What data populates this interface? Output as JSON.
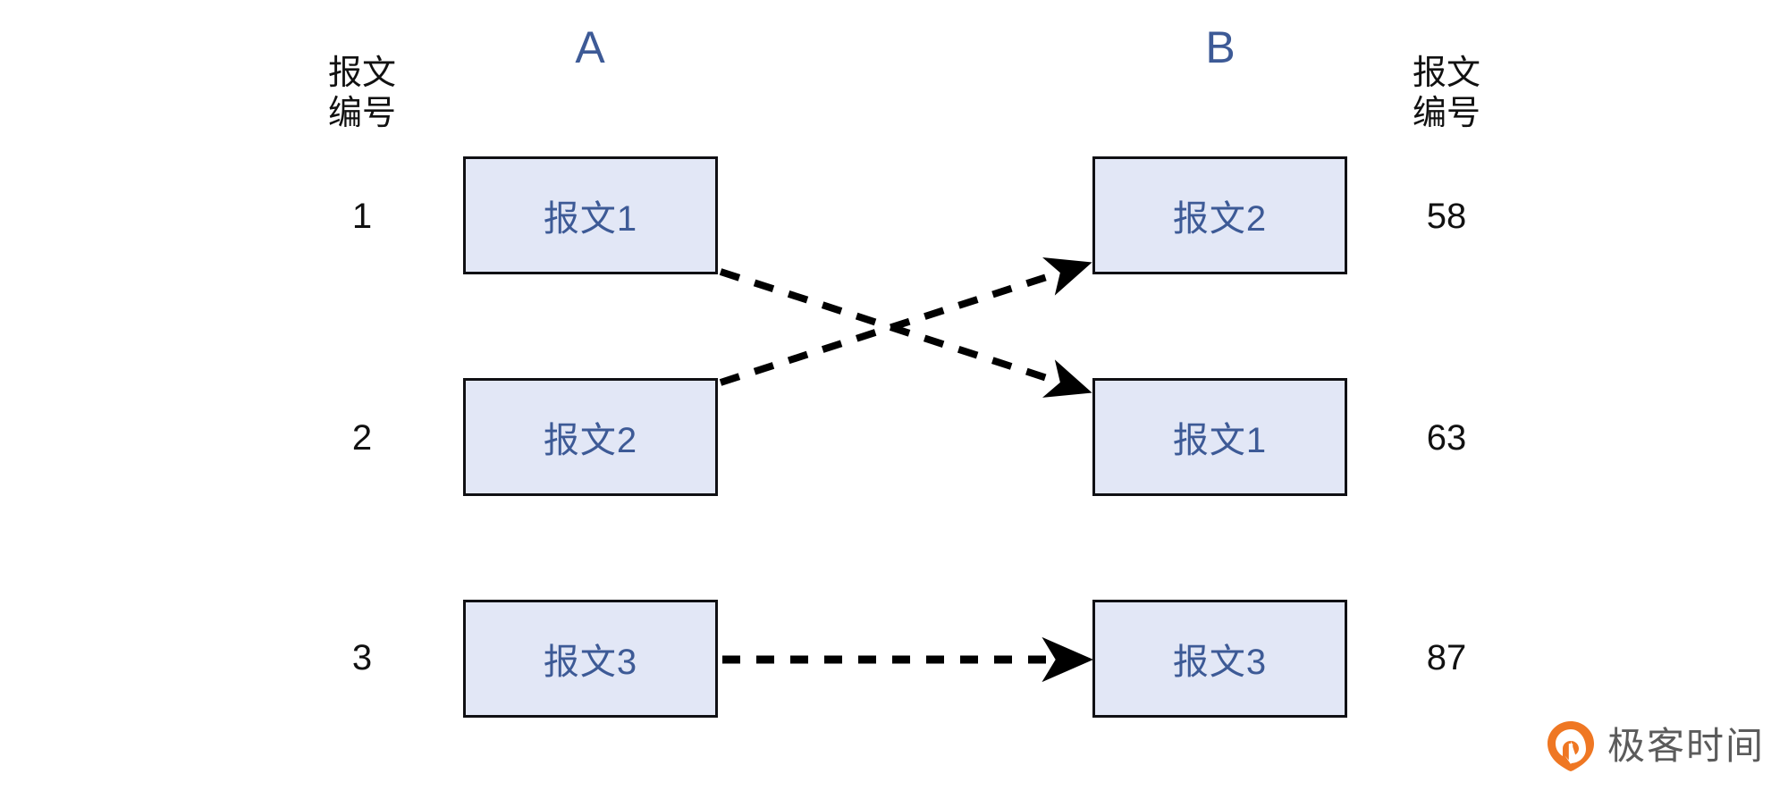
{
  "columns": {
    "left_letter": "A",
    "right_letter": "B"
  },
  "index_columns": {
    "left_header": "报文\n编号",
    "right_header": "报文\n编号",
    "left_numbers": [
      "1",
      "2",
      "3"
    ],
    "right_numbers": [
      "58",
      "63",
      "87"
    ]
  },
  "boxes": {
    "sender": [
      {
        "label": "报文1"
      },
      {
        "label": "报文2"
      },
      {
        "label": "报文3"
      }
    ],
    "receiver": [
      {
        "label": "报文2"
      },
      {
        "label": "报文1"
      },
      {
        "label": "报文3"
      }
    ]
  },
  "arrows": [
    {
      "name": "arrow-a1-to-b2",
      "from": "报文1",
      "to": "报文1",
      "style": "dashed"
    },
    {
      "name": "arrow-a2-to-b1",
      "from": "报文2",
      "to": "报文2",
      "style": "dashed"
    },
    {
      "name": "arrow-a3-to-b3",
      "from": "报文3",
      "to": "报文3",
      "style": "dashed"
    }
  ],
  "brand": {
    "text": "极客时间",
    "mark_color": "#ef7723",
    "text_color": "#5b5b5b"
  },
  "colors": {
    "box_fill": "#e2e7f6",
    "box_border": "#101014",
    "box_text": "#3d5a96",
    "letter": "#3d5a96",
    "index_text": "#111111",
    "arrow": "#000000",
    "background": "#ffffff"
  }
}
